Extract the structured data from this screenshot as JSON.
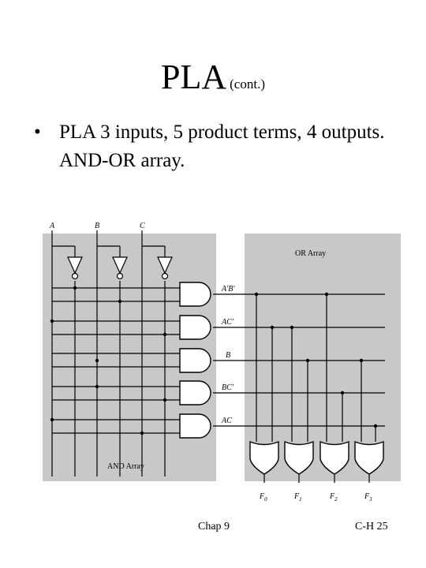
{
  "slide": {
    "title": "PLA",
    "title_suffix": "(cont.)",
    "bullet": "PLA 3 inputs, 5 product terms, 4 outputs.  AND-OR array.",
    "footer_left": "Chap 9",
    "footer_right": "C-H 25"
  },
  "diagram": {
    "inputs": [
      "A",
      "B",
      "C"
    ],
    "product_terms": [
      "A′B′",
      "AC′",
      "B",
      "BC′",
      "AC"
    ],
    "and_array_label": "AND Array",
    "or_array_label": "OR Array",
    "outputs": [
      "F",
      "F",
      "F",
      "F"
    ],
    "output_subscripts": [
      "0",
      "1",
      "2",
      "3"
    ],
    "colors": {
      "array_background": "#c8c8c8",
      "wire": "#000000"
    }
  }
}
